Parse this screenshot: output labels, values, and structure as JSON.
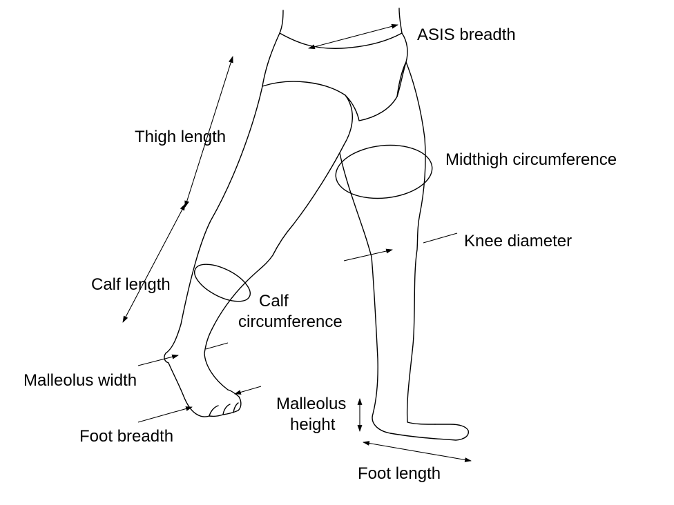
{
  "colors": {
    "ink": "#000000",
    "background": "#ffffff"
  },
  "labels": {
    "asis_breadth": "ASIS breadth",
    "thigh_length": "Thigh length",
    "midthigh_circumference": "Midthigh circumference",
    "knee_diameter": "Knee diameter",
    "calf_length": "Calf length",
    "calf_circumference_line1": "Calf",
    "calf_circumference_line2": "circumference",
    "malleolus_width": "Malleolus width",
    "malleolus_height_line1": "Malleolus",
    "malleolus_height_line2": "height",
    "foot_breadth": "Foot breadth",
    "foot_length": "Foot length"
  }
}
